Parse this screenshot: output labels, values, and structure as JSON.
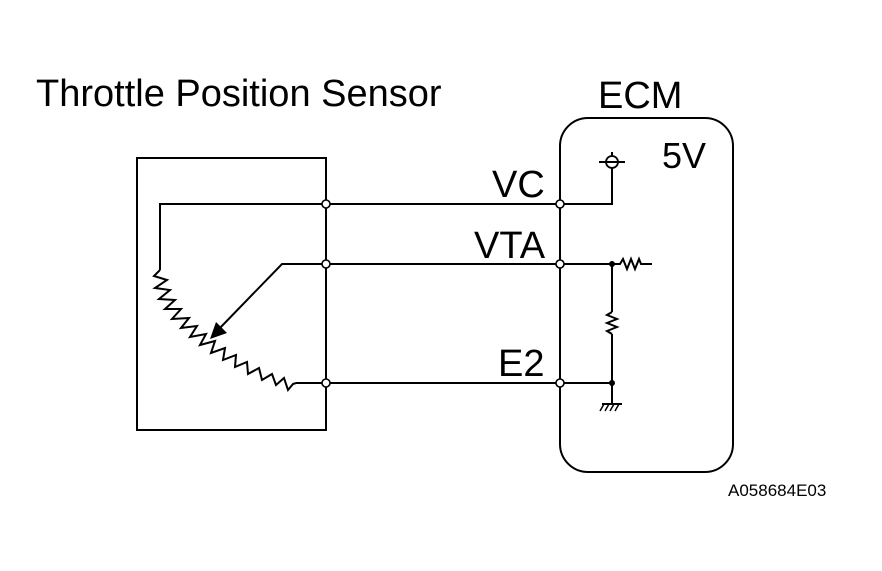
{
  "title": "Throttle Position Sensor",
  "ecm": {
    "label": "ECM",
    "supply": "5V"
  },
  "terminals": {
    "vc": "VC",
    "vta": "VTA",
    "e2": "E2"
  },
  "figure_id": "A058684E03",
  "colors": {
    "line": "#000000",
    "background": "#ffffff"
  }
}
